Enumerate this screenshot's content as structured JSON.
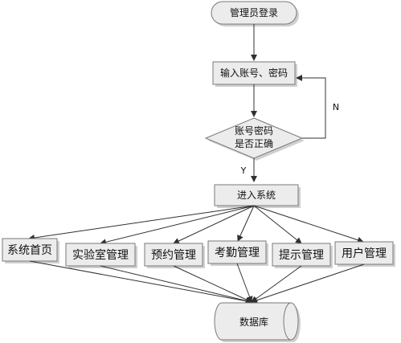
{
  "diagram": {
    "start": "管理员登录",
    "input": "输入账号、密码",
    "decision_line1": "账号密码",
    "decision_line2": "是否正确",
    "no_label": "N",
    "yes_label": "Y",
    "enter": "进入系统",
    "modules": [
      "系统首页",
      "实验室管理",
      "预约管理",
      "考勤管理",
      "提示管理",
      "用户管理"
    ],
    "database": "数据库"
  }
}
